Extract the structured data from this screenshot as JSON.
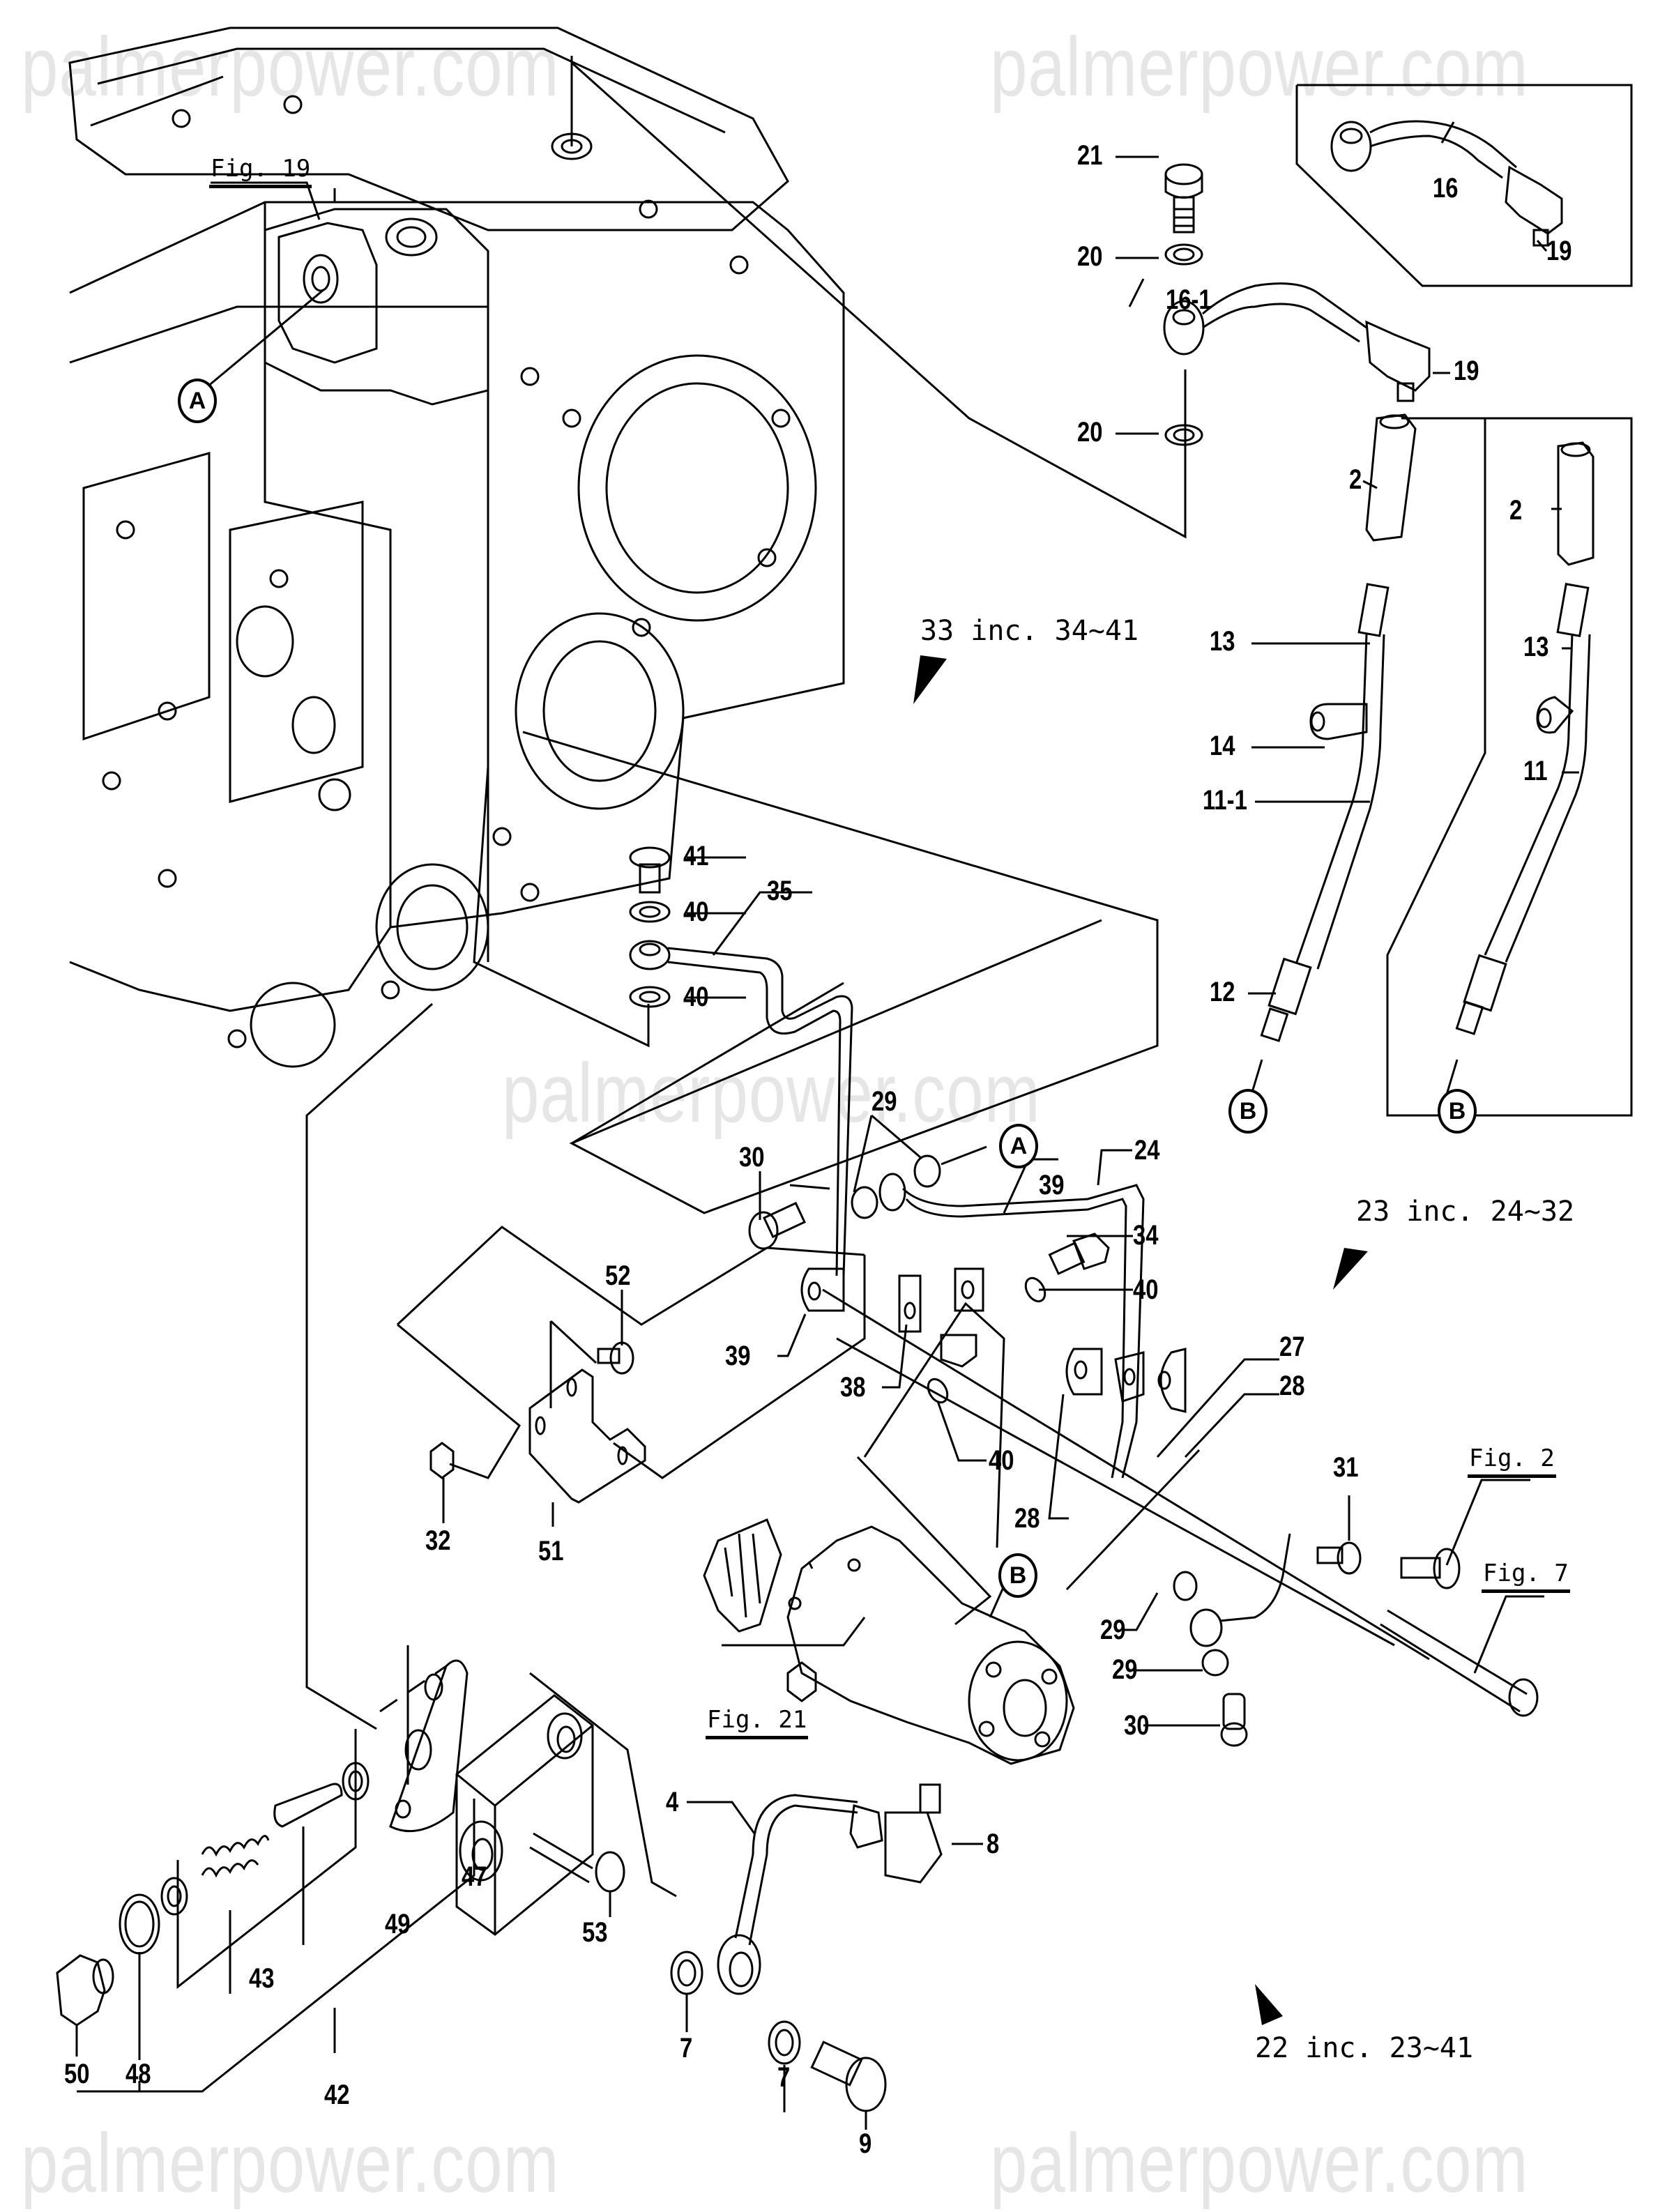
{
  "watermark": "palmerpower.com",
  "figure_refs": {
    "fig19": "Fig. 19",
    "fig2": "Fig. 2",
    "fig7": "Fig. 7",
    "fig21": "Fig. 21"
  },
  "assembly_notes": {
    "note33": "33  inc. 34~41",
    "note23": "23  inc. 24~32",
    "note22": "22  inc. 23~41"
  },
  "connection_markers": {
    "A": "A",
    "B": "B"
  },
  "part_labels": {
    "p2": "2",
    "p4": "4",
    "p7": "7",
    "p8": "8",
    "p9": "9",
    "p11": "11",
    "p11_1": "11-1",
    "p12": "12",
    "p13": "13",
    "p14": "14",
    "p16": "16",
    "p16_1": "16-1",
    "p19": "19",
    "p20": "20",
    "p21": "21",
    "p24": "24",
    "p27": "27",
    "p28": "28",
    "p29": "29",
    "p30": "30",
    "p31": "31",
    "p32": "32",
    "p34": "34",
    "p35": "35",
    "p38": "38",
    "p39": "39",
    "p40": "40",
    "p41": "41",
    "p42": "42",
    "p43": "43",
    "p47": "47",
    "p48": "48",
    "p49": "49",
    "p50": "50",
    "p51": "51",
    "p52": "52",
    "p53": "53"
  }
}
